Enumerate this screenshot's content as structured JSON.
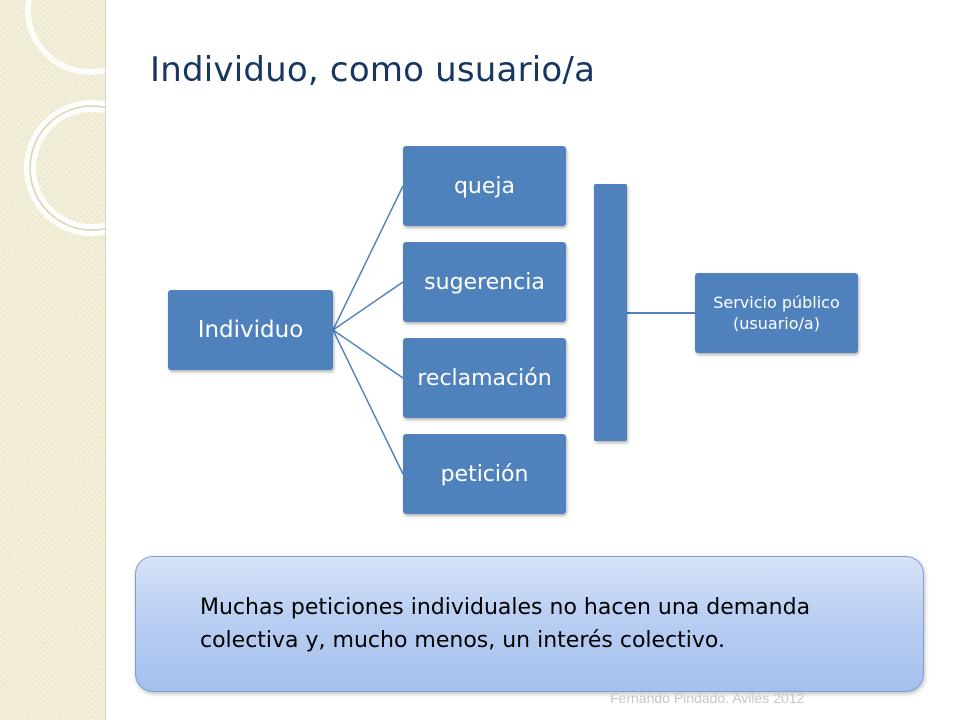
{
  "slide": {
    "title": "Individuo, como usuario/a",
    "footer": "Fernando Pindado. Avilés 2012"
  },
  "diagram": {
    "root": "Individuo",
    "branches": [
      "queja",
      "sugerencia",
      "reclamación",
      "petición"
    ],
    "target_line1": "Servicio público",
    "target_line2": "(usuario/a)"
  },
  "note": {
    "line1": "Muchas peticiones individuales no hacen una demanda",
    "line2": "colectiva y,  mucho menos, un interés colectivo."
  },
  "colors": {
    "node_fill": "#4f81bd",
    "title_text": "#17375e",
    "connector": "#4f81bd",
    "side_panel": "#f3efd9"
  }
}
